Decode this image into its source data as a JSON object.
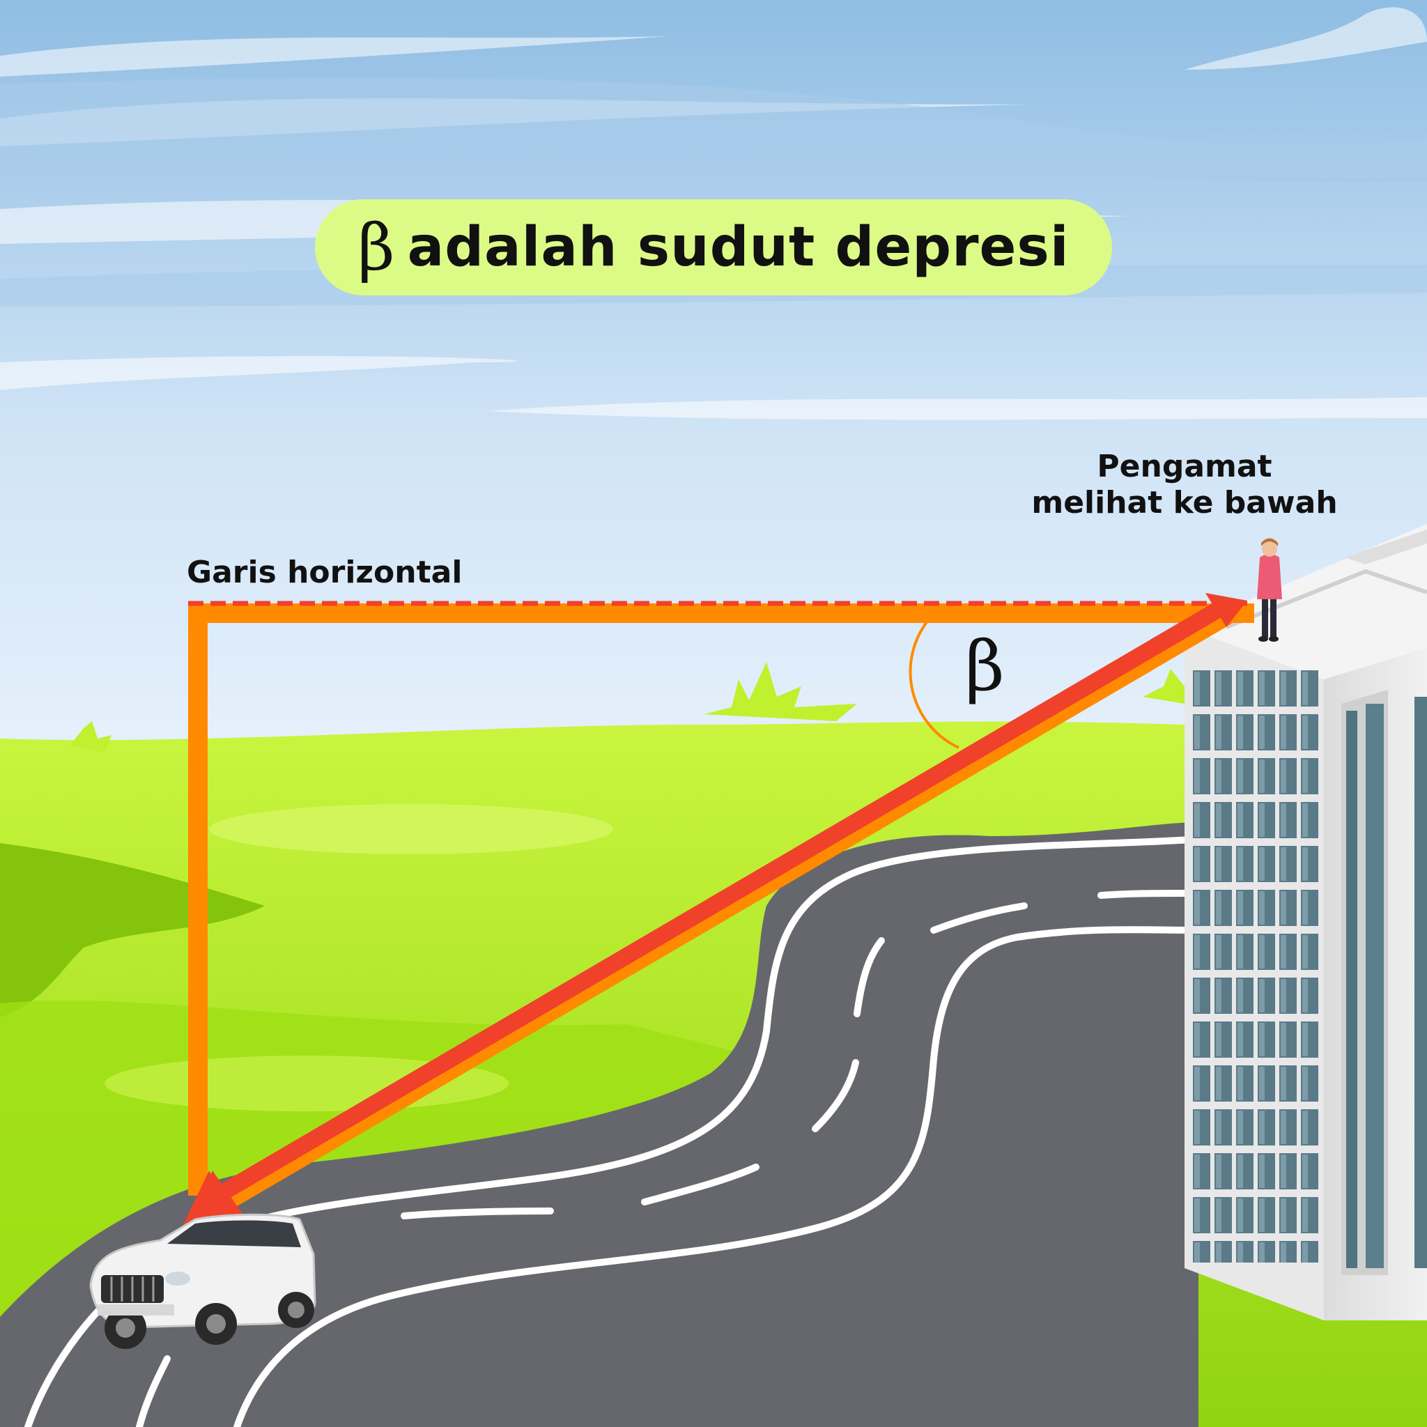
{
  "title": {
    "symbol": "β",
    "text": "adalah sudut depresi",
    "pill_color": "#dcfb86"
  },
  "labels": {
    "horizontal_line": "Garis horizontal",
    "observer_line1": "Pengamat",
    "observer_line2": "melihat ke bawah",
    "angle_symbol": "β"
  },
  "colors": {
    "sky": "#c3ddf1",
    "grass_light": "#c8f53f",
    "grass_dark": "#8ccc12",
    "road": "#66676c",
    "horizontal_dash": "#f0412a",
    "vertical_line": "#ff8a00",
    "line_of_sight": "#f0412a",
    "building": "#e6e6e6",
    "windows": "#5b7b88"
  },
  "icons": [
    "car-icon",
    "person-icon",
    "building-icon",
    "cloud-icon"
  ]
}
